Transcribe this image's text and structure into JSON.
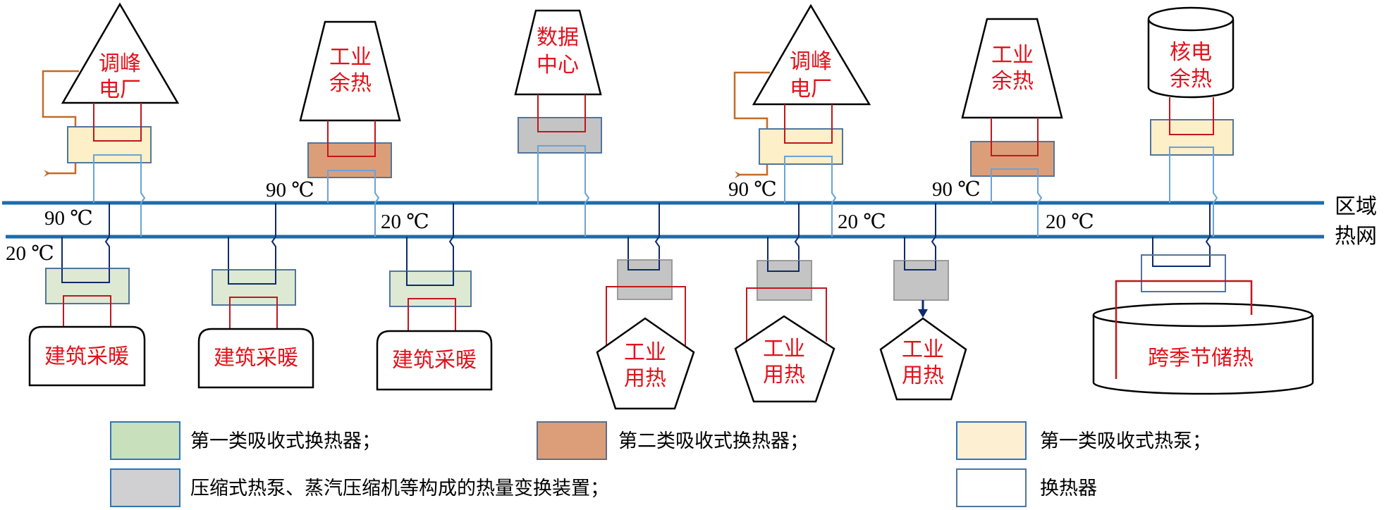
{
  "network": {
    "label_line1": "区域",
    "label_line2": "热网",
    "supply_temp": "90 ℃",
    "return_temp": "20 ℃"
  },
  "colors": {
    "pipe_main": "#1a6cb0",
    "pipe_source_side": "#6aa3d6",
    "pipe_user_side": "#0f2a6b",
    "heat_loop": "#c0171d",
    "exhaust_arrow": "#c46a25",
    "label_red": "#e3121b",
    "absorption_hx_type1": "#dde9d3",
    "absorption_hx_type2": "#dc9e79",
    "absorption_hp_type1": "#fdefc7",
    "compression_device": "#c4c4c4",
    "plain_hx": "#ffffff",
    "box_border": "#51759c"
  },
  "sources": [
    {
      "id": "peak-plant-1",
      "label_line1": "调峰",
      "label_line2": "电厂",
      "shape": "triangle",
      "device": "absorption_hp_type1"
    },
    {
      "id": "industrial-waste-1",
      "label_line1": "工业",
      "label_line2": "余热",
      "shape": "trapezoid",
      "device": "absorption_hx_type2"
    },
    {
      "id": "data-center",
      "label_line1": "数据",
      "label_line2": "中心",
      "shape": "trapezoid",
      "device": "compression_device"
    },
    {
      "id": "peak-plant-2",
      "label_line1": "调峰",
      "label_line2": "电厂",
      "shape": "triangle",
      "device": "absorption_hp_type1"
    },
    {
      "id": "industrial-waste-2",
      "label_line1": "工业",
      "label_line2": "余热",
      "shape": "trapezoid",
      "device": "absorption_hx_type2"
    },
    {
      "id": "nuclear",
      "label_line1": "核电",
      "label_line2": "余热",
      "shape": "cylinder",
      "device": "absorption_hp_type1"
    }
  ],
  "consumers": [
    {
      "id": "building-1",
      "label": "建筑采暖",
      "shape": "rounded-rect",
      "device": "absorption_hx_type1"
    },
    {
      "id": "building-2",
      "label": "建筑采暖",
      "shape": "rounded-rect",
      "device": "absorption_hx_type1"
    },
    {
      "id": "building-3",
      "label": "建筑采暖",
      "shape": "rounded-rect",
      "device": "absorption_hx_type1"
    },
    {
      "id": "industry-1",
      "label_line1": "工业",
      "label_line2": "用热",
      "shape": "pentagon",
      "device": "compression_device"
    },
    {
      "id": "industry-2",
      "label_line1": "工业",
      "label_line2": "用热",
      "shape": "pentagon",
      "device": "compression_device"
    },
    {
      "id": "industry-3",
      "label_line1": "工业",
      "label_line2": "用热",
      "shape": "pentagon",
      "device": "compression_device"
    },
    {
      "id": "seasonal-storage",
      "label": "跨季节储热",
      "shape": "tank",
      "device": "plain_hx"
    }
  ],
  "temperature_labels": [
    "90 ℃",
    "20 ℃",
    "90 ℃",
    "20 ℃",
    "90 ℃",
    "20 ℃",
    "90 ℃",
    "20 ℃"
  ],
  "legend": [
    {
      "key": "absorption_hx_type1",
      "label": "第一类吸收式换热器；"
    },
    {
      "key": "absorption_hx_type2",
      "label": "第二类吸收式换热器；"
    },
    {
      "key": "absorption_hp_type1",
      "label": "第一类吸收式热泵；"
    },
    {
      "key": "compression_device",
      "label": "压缩式热泵、蒸汽压缩机等构成的热量变换装置；"
    },
    {
      "key": "plain_hx",
      "label": "换热器"
    }
  ]
}
